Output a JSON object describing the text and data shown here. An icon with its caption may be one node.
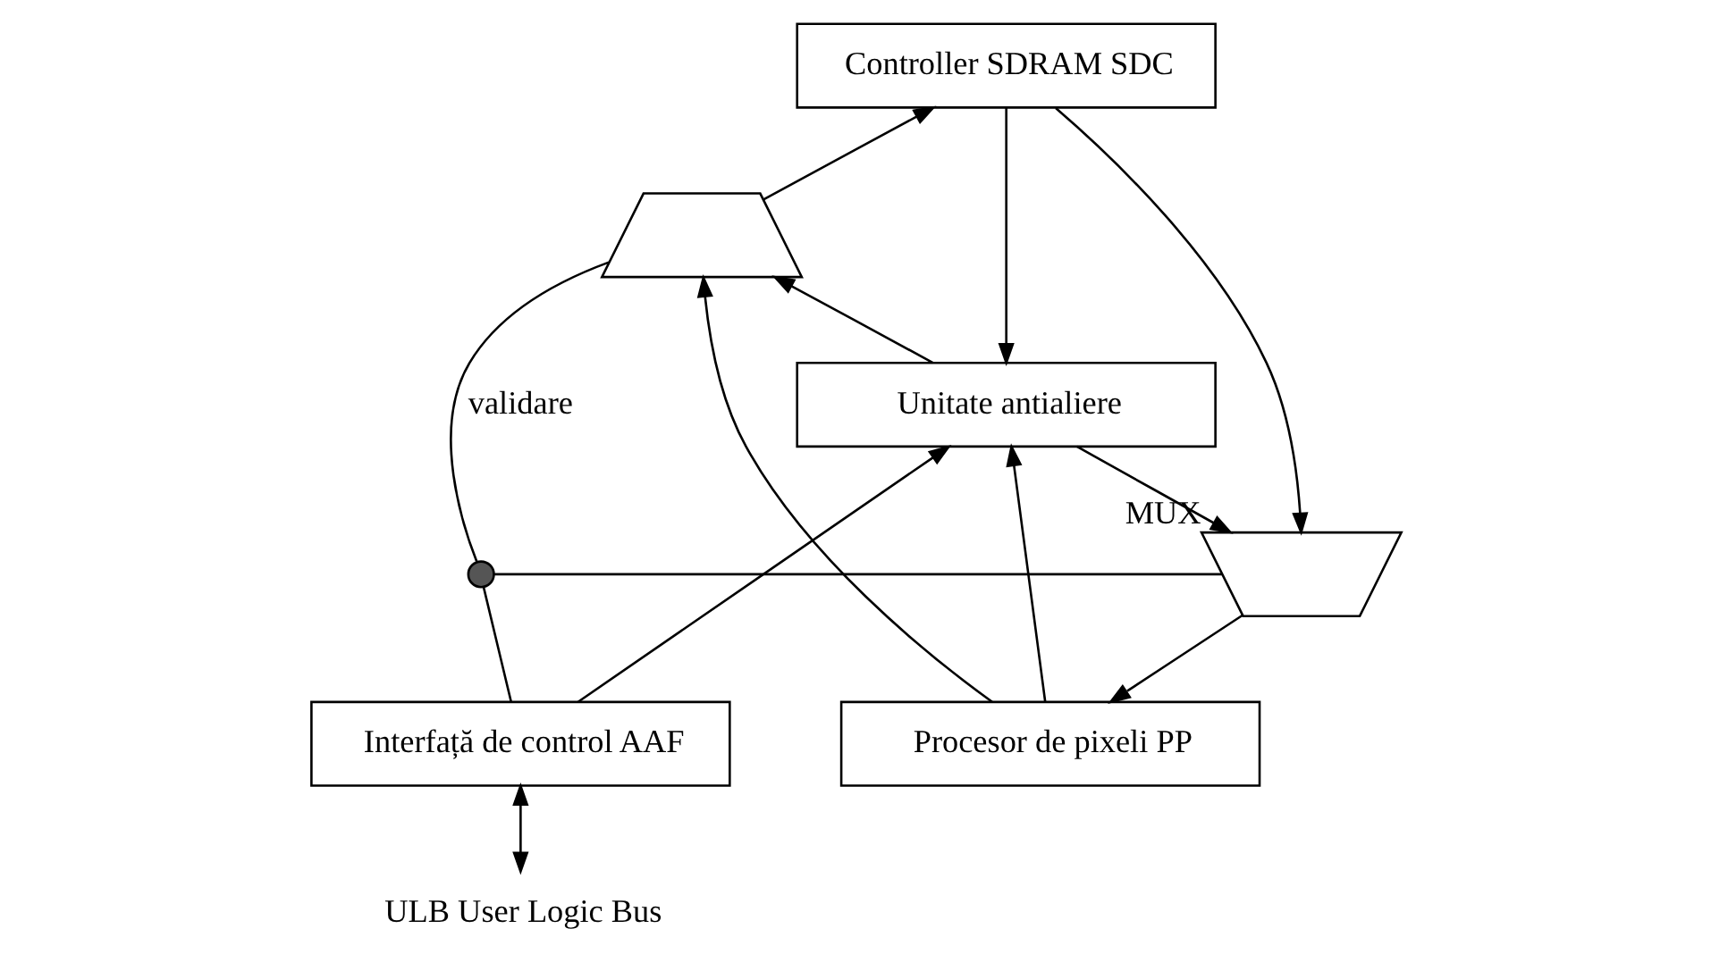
{
  "diagram": {
    "nodes": [
      {
        "text": [
          "Controller SDRAM SDC"
        ]
      },
      {
        "text": [],
        "shape": "trapezoid"
      },
      {
        "text": [
          "Unitate antialiere"
        ]
      },
      {
        "text": [],
        "shape": "trapezoid",
        "beside": [
          "MUX"
        ]
      },
      {
        "text": [
          "Interfață de control AAF"
        ]
      },
      {
        "text": [
          "Procesor de pixeli PP"
        ]
      },
      {
        "text": [],
        "shape": "circle"
      },
      {
        "text": [
          "ULB User Logic Bus"
        ]
      }
    ],
    "edges": [
      {
        "from": 1,
        "to": 0,
        "arrow": "to"
      },
      {
        "from": 0,
        "to": 2,
        "arrow": "to"
      },
      {
        "from": 0,
        "to": 3,
        "arrow": "to"
      },
      {
        "from": 2,
        "to": 1,
        "arrow": "to"
      },
      {
        "from": 5,
        "to": 1,
        "arrow": "to"
      },
      {
        "from": 5,
        "to": 2,
        "arrow": "to"
      },
      {
        "from": 4,
        "to": 2,
        "arrow": "to"
      },
      {
        "from": 2,
        "to": 3,
        "arrow": "to"
      },
      {
        "from": 3,
        "to": 5,
        "arrow": "to"
      },
      {
        "from": 6,
        "to": 1,
        "arrow": "none",
        "label": "validare"
      },
      {
        "from": 6,
        "to": 3,
        "arrow": "none"
      },
      {
        "from": 4,
        "to": 6,
        "arrow": "none"
      },
      {
        "from": 4,
        "to": 7,
        "arrow": "both"
      }
    ]
  }
}
